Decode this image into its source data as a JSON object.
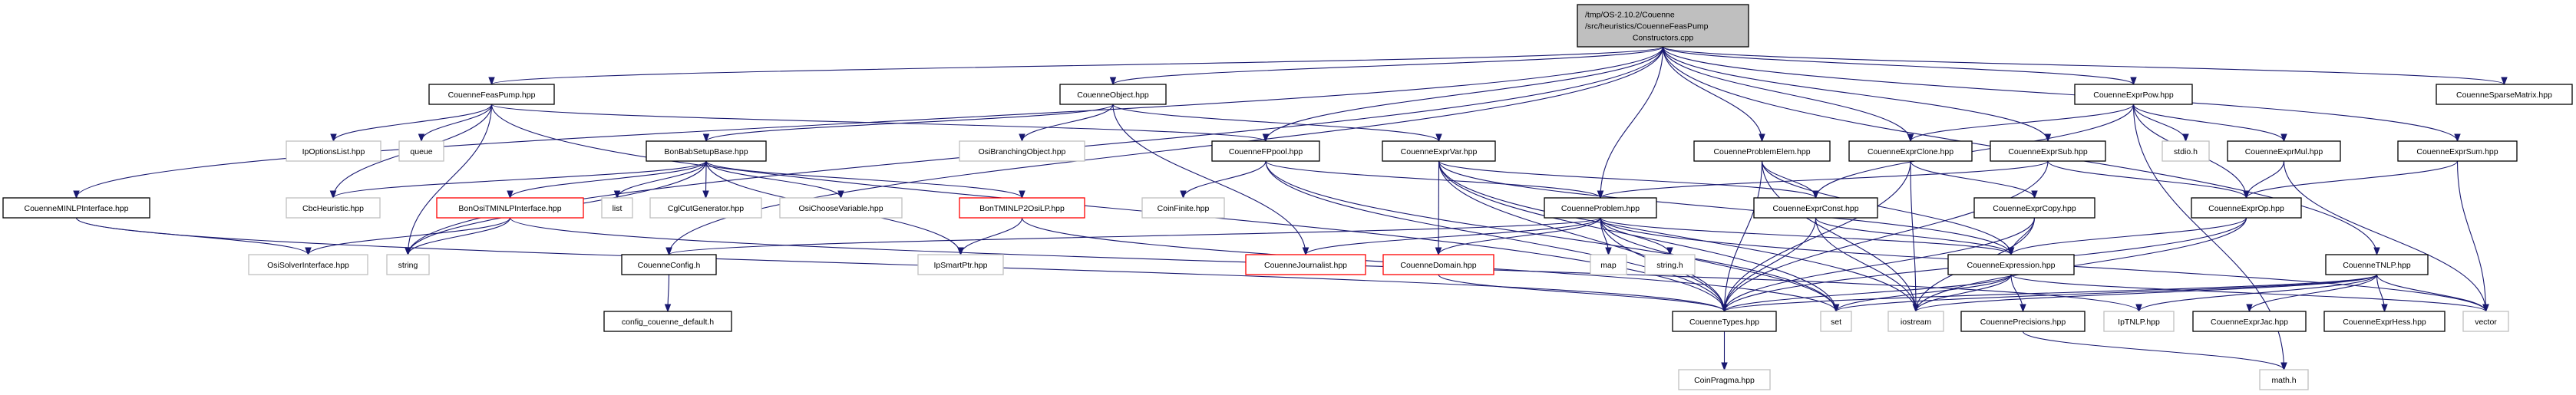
{
  "graph": {
    "title": "Include dependency graph for CouenneFeasPumpConstructors.cpp",
    "colors": {
      "edge": "#191970",
      "root_fill": "#bfbfbf",
      "local_border": "#000000",
      "external_border": "#bfbfbf",
      "truncated_border": "#ff0000"
    },
    "nodes": [
      {
        "id": "root",
        "lines": [
          "/tmp/OS-2.10.2/Couenne",
          "/src/heuristics/CouenneFeasPump",
          "Constructors.cpp"
        ],
        "kind": "root"
      },
      {
        "id": "CouenneMINLPInterface",
        "lines": [
          "CouenneMINLPInterface.hpp"
        ],
        "kind": "local"
      },
      {
        "id": "CouenneFeasPump",
        "lines": [
          "CouenneFeasPump.hpp"
        ],
        "kind": "local"
      },
      {
        "id": "IpOptionsList",
        "lines": [
          "IpOptionsList.hpp"
        ],
        "kind": "external"
      },
      {
        "id": "queue",
        "lines": [
          "queue"
        ],
        "kind": "external"
      },
      {
        "id": "CbcHeuristic",
        "lines": [
          "CbcHeuristic.hpp"
        ],
        "kind": "external"
      },
      {
        "id": "BonBabSetupBase",
        "lines": [
          "BonBabSetupBase.hpp"
        ],
        "kind": "local"
      },
      {
        "id": "BonOsiTMINLPInterface",
        "lines": [
          "BonOsiTMINLPInterface.hpp"
        ],
        "kind": "truncated"
      },
      {
        "id": "list",
        "lines": [
          "list"
        ],
        "kind": "external"
      },
      {
        "id": "CglCutGenerator",
        "lines": [
          "CglCutGenerator.hpp"
        ],
        "kind": "external"
      },
      {
        "id": "OsiChooseVariable",
        "lines": [
          "OsiChooseVariable.hpp"
        ],
        "kind": "external"
      },
      {
        "id": "OsiSolverInterface",
        "lines": [
          "OsiSolverInterface.hpp"
        ],
        "kind": "external"
      },
      {
        "id": "string",
        "lines": [
          "string"
        ],
        "kind": "external"
      },
      {
        "id": "CouenneConfig",
        "lines": [
          "CouenneConfig.h"
        ],
        "kind": "local"
      },
      {
        "id": "config_couenne_default",
        "lines": [
          "config_couenne_default.h"
        ],
        "kind": "local"
      },
      {
        "id": "CouenneObject",
        "lines": [
          "CouenneObject.hpp"
        ],
        "kind": "local"
      },
      {
        "id": "OsiBranchingObject",
        "lines": [
          "OsiBranchingObject.hpp"
        ],
        "kind": "external"
      },
      {
        "id": "BonTMINLP2OsiLP",
        "lines": [
          "BonTMINLP2OsiLP.hpp"
        ],
        "kind": "truncated"
      },
      {
        "id": "IpSmartPtr",
        "lines": [
          "IpSmartPtr.hpp"
        ],
        "kind": "external"
      },
      {
        "id": "CouenneFPpool",
        "lines": [
          "CouenneFPpool.hpp"
        ],
        "kind": "local"
      },
      {
        "id": "CoinFinite",
        "lines": [
          "CoinFinite.hpp"
        ],
        "kind": "external"
      },
      {
        "id": "CouenneExprVar",
        "lines": [
          "CouenneExprVar.hpp"
        ],
        "kind": "local"
      },
      {
        "id": "CouenneJournalist",
        "lines": [
          "CouenneJournalist.hpp"
        ],
        "kind": "truncated"
      },
      {
        "id": "CouenneDomain",
        "lines": [
          "CouenneDomain.hpp"
        ],
        "kind": "truncated"
      },
      {
        "id": "CouenneProblem",
        "lines": [
          "CouenneProblem.hpp"
        ],
        "kind": "local"
      },
      {
        "id": "map",
        "lines": [
          "map"
        ],
        "kind": "external"
      },
      {
        "id": "string_h",
        "lines": [
          "string.h"
        ],
        "kind": "external"
      },
      {
        "id": "CouenneTypes",
        "lines": [
          "CouenneTypes.hpp"
        ],
        "kind": "local"
      },
      {
        "id": "CoinPragma",
        "lines": [
          "CoinPragma.hpp"
        ],
        "kind": "external"
      },
      {
        "id": "CouenneProblemElem",
        "lines": [
          "CouenneProblemElem.hpp"
        ],
        "kind": "local"
      },
      {
        "id": "CouenneExprConst",
        "lines": [
          "CouenneExprConst.hpp"
        ],
        "kind": "local"
      },
      {
        "id": "CouenneExprClone",
        "lines": [
          "CouenneExprClone.hpp"
        ],
        "kind": "local"
      },
      {
        "id": "CouenneExprCopy",
        "lines": [
          "CouenneExprCopy.hpp"
        ],
        "kind": "local"
      },
      {
        "id": "CouenneExprSub",
        "lines": [
          "CouenneExprSub.hpp"
        ],
        "kind": "local"
      },
      {
        "id": "CouenneExpression",
        "lines": [
          "CouenneExpression.hpp"
        ],
        "kind": "local"
      },
      {
        "id": "set",
        "lines": [
          "set"
        ],
        "kind": "external"
      },
      {
        "id": "iostream",
        "lines": [
          "iostream"
        ],
        "kind": "external"
      },
      {
        "id": "CouennePrecisions",
        "lines": [
          "CouennePrecisions.hpp"
        ],
        "kind": "local"
      },
      {
        "id": "IpTNLP",
        "lines": [
          "IpTNLP.hpp"
        ],
        "kind": "external"
      },
      {
        "id": "CouenneExprPow",
        "lines": [
          "CouenneExprPow.hpp"
        ],
        "kind": "local"
      },
      {
        "id": "stdio_h",
        "lines": [
          "stdio.h"
        ],
        "kind": "external"
      },
      {
        "id": "CouenneExprMul",
        "lines": [
          "CouenneExprMul.hpp"
        ],
        "kind": "local"
      },
      {
        "id": "CouenneExprOp",
        "lines": [
          "CouenneExprOp.hpp"
        ],
        "kind": "local"
      },
      {
        "id": "CouenneExprSum",
        "lines": [
          "CouenneExprSum.hpp"
        ],
        "kind": "local"
      },
      {
        "id": "CouenneSparseMatrix",
        "lines": [
          "CouenneSparseMatrix.hpp"
        ],
        "kind": "local"
      },
      {
        "id": "CouenneTNLP",
        "lines": [
          "CouenneTNLP.hpp"
        ],
        "kind": "local"
      },
      {
        "id": "CouenneExprJac",
        "lines": [
          "CouenneExprJac.hpp"
        ],
        "kind": "local"
      },
      {
        "id": "CouenneExprHess",
        "lines": [
          "CouenneExprHess.hpp"
        ],
        "kind": "local"
      },
      {
        "id": "vector",
        "lines": [
          "vector"
        ],
        "kind": "external"
      },
      {
        "id": "math_h",
        "lines": [
          "math.h"
        ],
        "kind": "external"
      }
    ],
    "edges": [
      [
        "root",
        "CouenneMINLPInterface"
      ],
      [
        "root",
        "CouenneFeasPump"
      ],
      [
        "root",
        "CouenneObject"
      ],
      [
        "root",
        "CouenneFPpool"
      ],
      [
        "root",
        "CouenneProblem"
      ],
      [
        "root",
        "CouenneProblemElem"
      ],
      [
        "root",
        "CouenneExprClone"
      ],
      [
        "root",
        "CouenneExprSub"
      ],
      [
        "root",
        "CouenneExprPow"
      ],
      [
        "root",
        "CouenneExprSum"
      ],
      [
        "root",
        "CouenneSparseMatrix"
      ],
      [
        "root",
        "CouenneTNLP"
      ],
      [
        "root",
        "CouenneConfig"
      ],
      [
        "root",
        "string"
      ],
      [
        "CouenneMINLPInterface",
        "OsiSolverInterface"
      ],
      [
        "CouenneMINLPInterface",
        "CouenneTypes"
      ],
      [
        "CouenneFeasPump",
        "IpOptionsList"
      ],
      [
        "CouenneFeasPump",
        "queue"
      ],
      [
        "CouenneFeasPump",
        "CbcHeuristic"
      ],
      [
        "CouenneFeasPump",
        "CouenneFPpool"
      ],
      [
        "CouenneFeasPump",
        "CouenneTypes"
      ],
      [
        "CouenneFeasPump",
        "string"
      ],
      [
        "BonBabSetupBase",
        "CbcHeuristic"
      ],
      [
        "BonBabSetupBase",
        "BonOsiTMINLPInterface"
      ],
      [
        "BonBabSetupBase",
        "list"
      ],
      [
        "BonBabSetupBase",
        "CglCutGenerator"
      ],
      [
        "BonBabSetupBase",
        "OsiChooseVariable"
      ],
      [
        "BonBabSetupBase",
        "BonTMINLP2OsiLP"
      ],
      [
        "BonBabSetupBase",
        "IpSmartPtr"
      ],
      [
        "BonBabSetupBase",
        "string"
      ],
      [
        "BonOsiTMINLPInterface",
        "OsiSolverInterface"
      ],
      [
        "BonOsiTMINLPInterface",
        "string"
      ],
      [
        "BonOsiTMINLPInterface",
        "IpTNLP"
      ],
      [
        "BonTMINLP2OsiLP",
        "IpSmartPtr"
      ],
      [
        "BonTMINLP2OsiLP",
        "set"
      ],
      [
        "CouenneConfig",
        "config_couenne_default"
      ],
      [
        "CouenneObject",
        "BonBabSetupBase"
      ],
      [
        "CouenneObject",
        "OsiBranchingObject"
      ],
      [
        "CouenneObject",
        "CouenneExprVar"
      ],
      [
        "CouenneObject",
        "CouenneJournalist"
      ],
      [
        "CouenneFPpool",
        "CoinFinite"
      ],
      [
        "CouenneFPpool",
        "CouenneProblem"
      ],
      [
        "CouenneFPpool",
        "CouenneTypes"
      ],
      [
        "CouenneFPpool",
        "set"
      ],
      [
        "CouenneExprVar",
        "CouenneDomain"
      ],
      [
        "CouenneExprVar",
        "CouenneExprConst"
      ],
      [
        "CouenneExprVar",
        "CouenneExpression"
      ],
      [
        "CouenneExprVar",
        "CouenneTypes"
      ],
      [
        "CouenneExprVar",
        "iostream"
      ],
      [
        "CouenneExprVar",
        "set"
      ],
      [
        "CouenneProblem",
        "CouenneJournalist"
      ],
      [
        "CouenneProblem",
        "CouenneDomain"
      ],
      [
        "CouenneProblem",
        "map"
      ],
      [
        "CouenneProblem",
        "string_h"
      ],
      [
        "CouenneProblem",
        "CouenneConfig"
      ],
      [
        "CouenneProblem",
        "CouenneTypes"
      ],
      [
        "CouenneProblem",
        "CouenneExpression"
      ],
      [
        "CouenneProblem",
        "vector"
      ],
      [
        "CouenneProblem",
        "set"
      ],
      [
        "CouenneDomain",
        "CouenneTypes"
      ],
      [
        "CouenneTypes",
        "CoinPragma"
      ],
      [
        "CouenneProblemElem",
        "CouenneExprConst"
      ],
      [
        "CouenneProblemElem",
        "CouenneExpression"
      ],
      [
        "CouenneProblemElem",
        "CouenneTypes"
      ],
      [
        "CouenneProblemElem",
        "iostream"
      ],
      [
        "CouenneExprConst",
        "CouenneExpression"
      ],
      [
        "CouenneExprConst",
        "CouenneTypes"
      ],
      [
        "CouenneExprConst",
        "iostream"
      ],
      [
        "CouenneExprClone",
        "CouenneExprCopy"
      ],
      [
        "CouenneExprClone",
        "CouenneTypes"
      ],
      [
        "CouenneExprClone",
        "iostream"
      ],
      [
        "CouenneExprCopy",
        "CouenneExpression"
      ],
      [
        "CouenneExprCopy",
        "CouenneTypes"
      ],
      [
        "CouenneExprCopy",
        "iostream"
      ],
      [
        "CouenneExprSub",
        "CouenneExprOp"
      ],
      [
        "CouenneExprSub",
        "CouenneProblem"
      ],
      [
        "CouenneExprSub",
        "CouenneTypes"
      ],
      [
        "CouenneExpression",
        "CouennePrecisions"
      ],
      [
        "CouenneExpression",
        "CouenneTypes"
      ],
      [
        "CouenneExpression",
        "iostream"
      ],
      [
        "CouenneExpression",
        "set"
      ],
      [
        "CouenneExpression",
        "vector"
      ],
      [
        "CouennePrecisions",
        "math_h"
      ],
      [
        "CouenneExprPow",
        "CouenneExprClone"
      ],
      [
        "CouenneExprPow",
        "stdio_h"
      ],
      [
        "CouenneExprPow",
        "CouenneExprMul"
      ],
      [
        "CouenneExprPow",
        "CouenneExprOp"
      ],
      [
        "CouenneExprPow",
        "CouenneExprConst"
      ],
      [
        "CouenneExprPow",
        "math_h"
      ],
      [
        "CouenneExprMul",
        "CouenneExprOp"
      ],
      [
        "CouenneExprMul",
        "vector"
      ],
      [
        "CouenneExprOp",
        "CouenneExpression"
      ],
      [
        "CouenneExprOp",
        "CouenneTypes"
      ],
      [
        "CouenneExprOp",
        "iostream"
      ],
      [
        "CouenneExprSum",
        "CouenneExprOp"
      ],
      [
        "CouenneExprSum",
        "vector"
      ],
      [
        "CouenneTNLP",
        "IpTNLP"
      ],
      [
        "CouenneTNLP",
        "CouenneTypes"
      ],
      [
        "CouenneTNLP",
        "CouenneExprJac"
      ],
      [
        "CouenneTNLP",
        "CouenneExprHess"
      ],
      [
        "CouenneTNLP",
        "vector"
      ],
      [
        "CouenneTNLP",
        "iostream"
      ],
      [
        "CouenneTNLP",
        "set"
      ]
    ]
  }
}
